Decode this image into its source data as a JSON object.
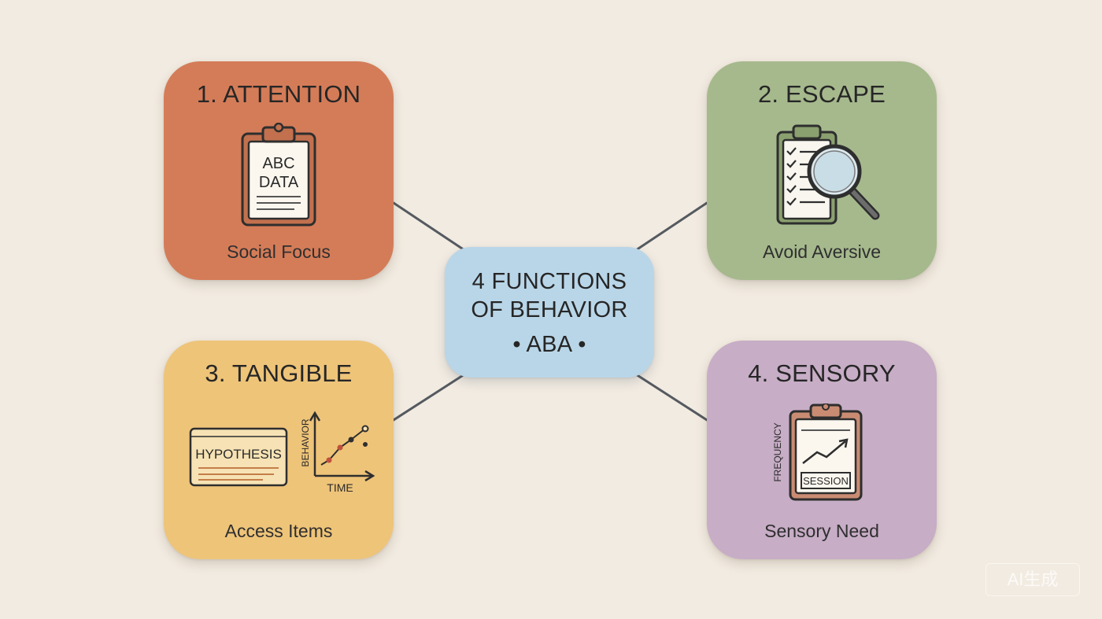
{
  "center": {
    "line1": "4 FUNCTIONS",
    "line2": "OF BEHAVIOR",
    "line3": "• ABA •"
  },
  "cards": {
    "attention": {
      "title": "1. ATTENTION",
      "subtitle": "Social Focus",
      "clipboard_text_1": "ABC",
      "clipboard_text_2": "DATA",
      "color": "#d47c58",
      "icon": "clipboard-icon"
    },
    "escape": {
      "title": "2. ESCAPE",
      "subtitle": "Avoid Aversive",
      "color": "#a6b98d",
      "icon": "checklist-magnifier-icon"
    },
    "tangible": {
      "title": "3. TANGIBLE",
      "subtitle": "Access Items",
      "card_text": "HYPOTHESIS",
      "graph_ylabel": "BEHAVIOR",
      "graph_xlabel": "TIME",
      "color": "#eec479",
      "icon": "hypothesis-graph-icon"
    },
    "sensory": {
      "title": "4. SENSORY",
      "subtitle": "Sensory Need",
      "graph_ylabel": "FREQUENCY",
      "graph_xlabel": "SESSION",
      "color": "#c7adc6",
      "icon": "clipboard-chart-icon"
    }
  },
  "center_color": "#b9d6e8",
  "watermark": "AI生成"
}
